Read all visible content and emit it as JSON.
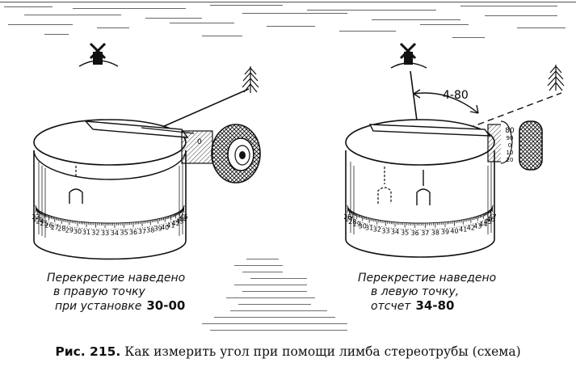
{
  "left_panel": {
    "caption_line1": "Перекрестие наведено",
    "caption_line2": "в правую точку",
    "caption_line3": "при установке",
    "setting": "30-00",
    "scale_labels": [
      "22",
      "23",
      "24",
      "25",
      "26",
      "27",
      "28",
      "29",
      "30",
      "31",
      "32",
      "33",
      "34",
      "35",
      "36",
      "37",
      "38",
      "39",
      "40",
      "41",
      "42",
      "43",
      "44",
      "45"
    ],
    "knob_labels": [
      "0"
    ]
  },
  "right_panel": {
    "caption_line1": "Перекрестие наведено",
    "caption_line2": "в левую точку,",
    "caption_line3": "отсчет",
    "reading": "34-80",
    "angle_label": "4-80",
    "scale_labels": [
      "26",
      "27",
      "28",
      "29",
      "30",
      "31",
      "32",
      "33",
      "34",
      "35",
      "36",
      "37",
      "38",
      "39",
      "40",
      "41",
      "42",
      "43",
      "44",
      "45",
      "46",
      "47"
    ],
    "knob_labels": [
      "80",
      "90",
      "0",
      "10",
      "20"
    ]
  },
  "caption": {
    "figure_number": "Рис. 215.",
    "text": "Как измерить угол при помощи лимба стереотрубы (схема)"
  }
}
